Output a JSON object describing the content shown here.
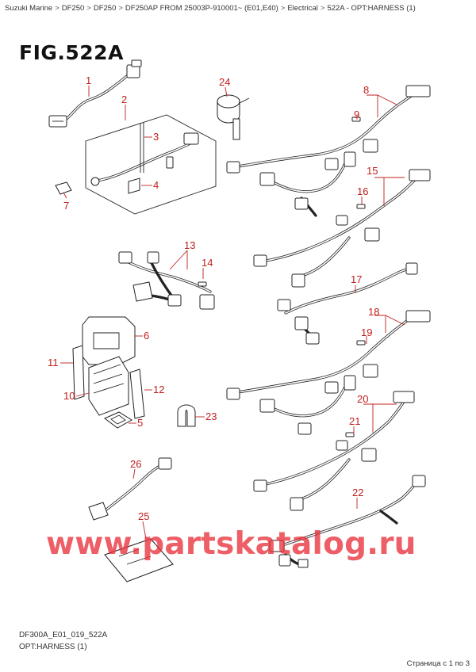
{
  "breadcrumb": [
    "Suzuki Marine",
    "DF250",
    "DF250",
    "DF250AP FROM 25003P-910001~  (E01,E40)",
    "Electrical",
    "522A - OPT:HARNESS (1)"
  ],
  "breadcrumb_separator": ">",
  "figure": {
    "title": "FIG.522A"
  },
  "callouts": [
    "1",
    "2",
    "3",
    "4",
    "5",
    "6",
    "7",
    "8",
    "9",
    "10",
    "11",
    "12",
    "13",
    "14",
    "15",
    "16",
    "17",
    "18",
    "19",
    "20",
    "21",
    "22",
    "23",
    "24",
    "25",
    "26"
  ],
  "colors": {
    "callout": "#c0201e",
    "watermark": "#e8323c",
    "line_art": "#222222"
  },
  "watermark": "www.partskatalog.ru",
  "footer": {
    "code": "DF300A_E01_019_522A",
    "subtitle": "OPT:HARNESS (1)",
    "page_info": "Страница с 1 по 3"
  }
}
